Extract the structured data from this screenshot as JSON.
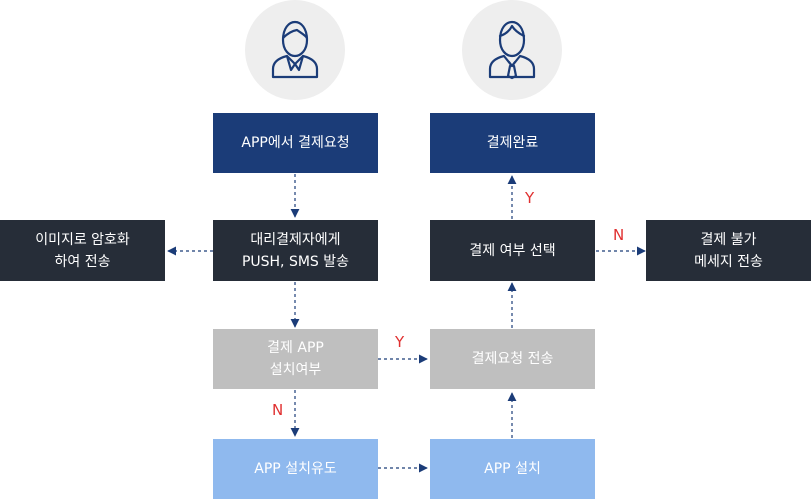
{
  "colors": {
    "navy": "#1b3c78",
    "dark": "#262d38",
    "gray": "#bfbfbf",
    "light": "#8fb9ee",
    "connector": "#1b3c78",
    "label": "#e03030",
    "avatar_bg": "#eeeeee"
  },
  "icons": {
    "left": "user-casual-icon",
    "right": "user-businessman-icon"
  },
  "boxes": {
    "app_request": [
      "APP에서 결제요청"
    ],
    "agent_push": [
      "대리결제자에게",
      "PUSH, SMS 발송"
    ],
    "image_encrypt": [
      "이미지로 암호화",
      "하여 전송"
    ],
    "app_installed": [
      "결제 APP",
      "설치여부"
    ],
    "install_guide": [
      "APP 설치유도"
    ],
    "payment_complete": [
      "결제완료"
    ],
    "payment_choice": [
      "결제 여부 선택"
    ],
    "payment_unavailable": [
      "결제 불가",
      "메세지 전송"
    ],
    "request_send": [
      "결제요청 전송"
    ],
    "app_install": [
      "APP 설치"
    ]
  },
  "labels": {
    "y1": "Y",
    "n1": "N",
    "y2": "Y",
    "n2": "N"
  }
}
